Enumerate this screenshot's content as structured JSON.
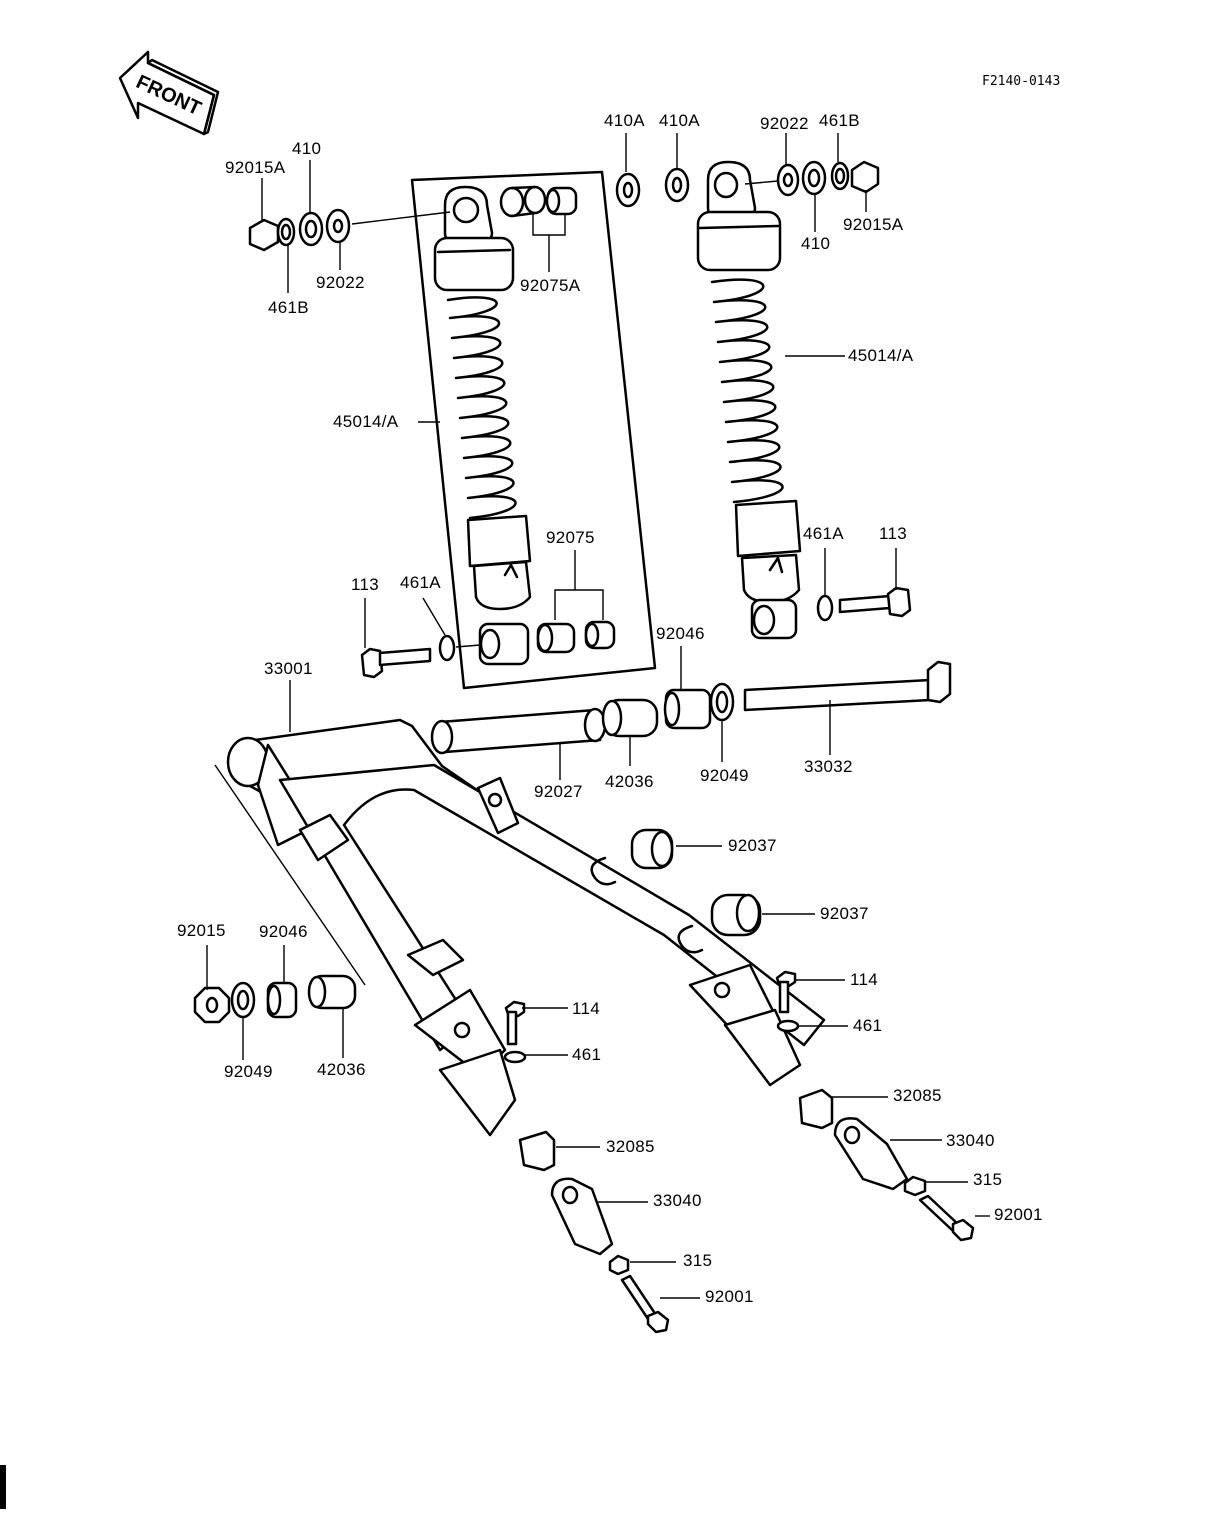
{
  "diagram": {
    "code": "F2140-0143",
    "front_label": "FRONT",
    "labels": {
      "l_92015A_left": "92015A",
      "l_410_left": "410",
      "l_461B_left": "461B",
      "l_92022_left": "92022",
      "l_92075A": "92075A",
      "l_45014A_left": "45014/A",
      "l_92075": "92075",
      "l_113_left": "113",
      "l_461A_left": "461A",
      "l_410A_1": "410A",
      "l_410A_2": "410A",
      "l_92022_right": "92022",
      "l_461B_right": "461B",
      "l_410_right": "410",
      "l_92015A_right": "92015A",
      "l_45014A_right": "45014/A",
      "l_461A_right": "461A",
      "l_113_right": "113",
      "l_33001": "33001",
      "l_92046_top": "92046",
      "l_92027": "92027",
      "l_42036_top": "42036",
      "l_92049_top": "92049",
      "l_33032": "33032",
      "l_92037_1": "92037",
      "l_92037_2": "92037",
      "l_92015": "92015",
      "l_92046_left": "92046",
      "l_92049_left": "92049",
      "l_42036_left": "42036",
      "l_114_mid": "114",
      "l_461_mid": "461",
      "l_114_right": "114",
      "l_461_right": "461",
      "l_32085_right": "32085",
      "l_33040_right": "33040",
      "l_315_right": "315",
      "l_92001_right": "92001",
      "l_32085_left": "32085",
      "l_33040_left": "33040",
      "l_315_left": "315",
      "l_92001_left": "92001"
    }
  }
}
